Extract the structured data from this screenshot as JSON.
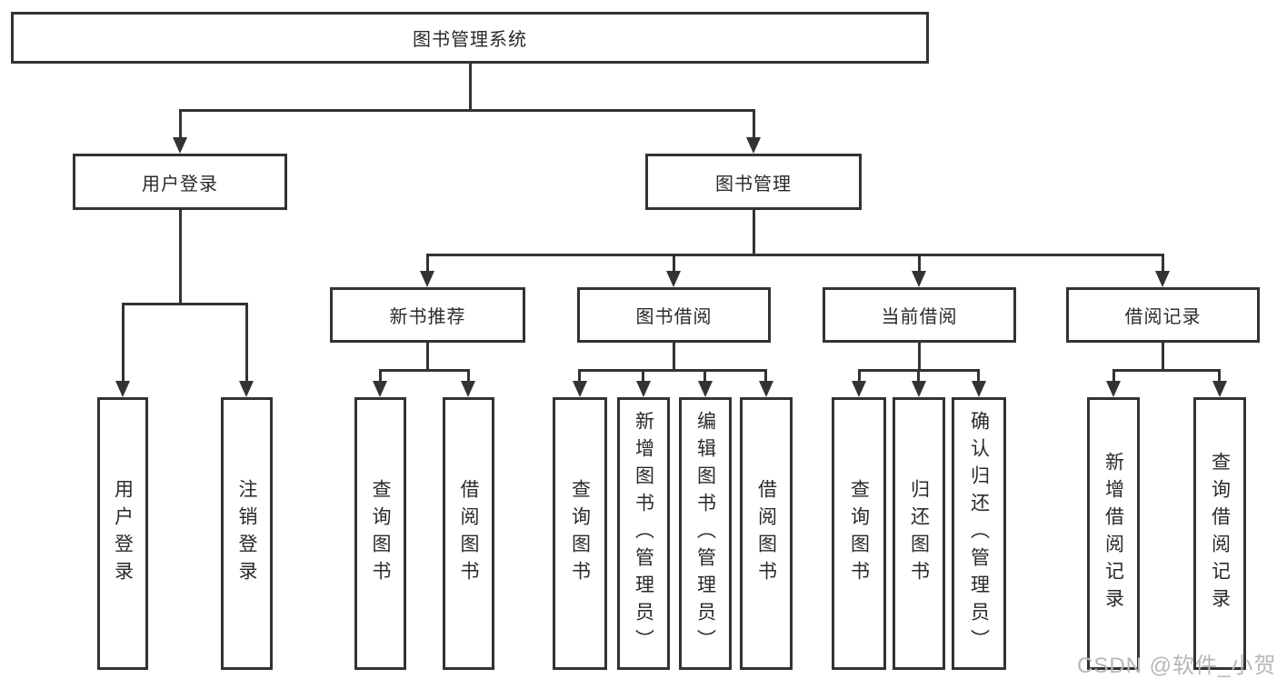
{
  "diagram_title": "图书管理系统",
  "colors": {
    "line": "#333333",
    "box_border": "#333333",
    "box_fill": "#ffffff",
    "text": "#2a2a2a",
    "watermark": "#b4b7bb"
  },
  "nodes": {
    "root": {
      "label": "图书管理系统"
    },
    "userLogin": {
      "label": "用户登录",
      "children": [
        {
          "label": "用户登录"
        },
        {
          "label": "注销登录"
        }
      ]
    },
    "bookMgmt": {
      "label": "图书管理",
      "children": [
        {
          "label": "新书推荐",
          "children": [
            {
              "label": "查询图书"
            },
            {
              "label": "借阅图书"
            }
          ]
        },
        {
          "label": "图书借阅",
          "children": [
            {
              "label": "查询图书"
            },
            {
              "label": "新增图书（管理员）"
            },
            {
              "label": "编辑图书（管理员）"
            },
            {
              "label": "借阅图书"
            }
          ]
        },
        {
          "label": "当前借阅",
          "children": [
            {
              "label": "查询图书"
            },
            {
              "label": "归还图书"
            },
            {
              "label": "确认归还（管理员）"
            }
          ]
        },
        {
          "label": "借阅记录",
          "children": [
            {
              "label": "新增借阅记录"
            },
            {
              "label": "查询借阅记录"
            }
          ]
        }
      ]
    }
  },
  "watermark": {
    "text": "CSDN @软件_小贺同学"
  }
}
